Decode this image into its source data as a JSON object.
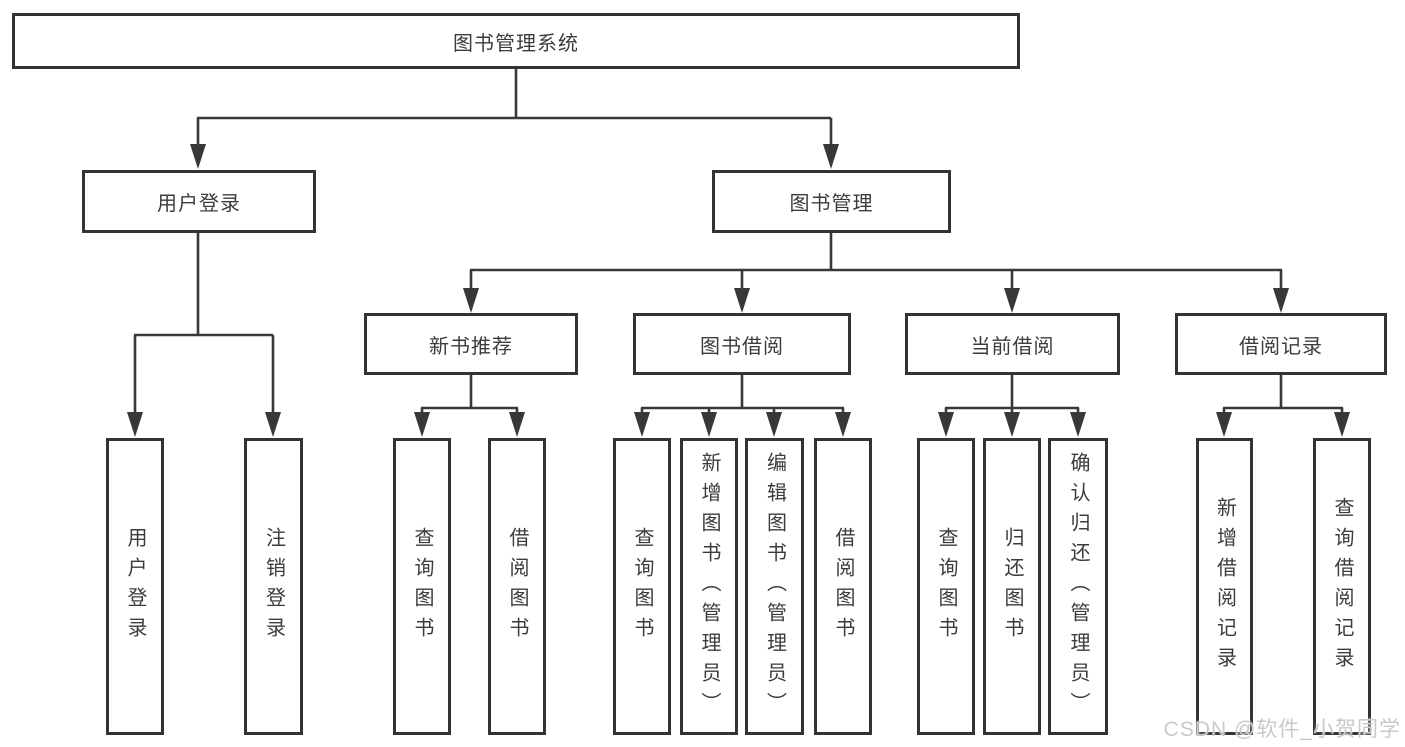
{
  "diagram": {
    "root": {
      "label": "图书管理系统"
    },
    "level2": [
      {
        "label": "用户登录"
      },
      {
        "label": "图书管理"
      }
    ],
    "level3": [
      {
        "label": "新书推荐"
      },
      {
        "label": "图书借阅"
      },
      {
        "label": "当前借阅"
      },
      {
        "label": "借阅记录"
      }
    ],
    "leaves": [
      {
        "label": "用户登录"
      },
      {
        "label": "注销登录"
      },
      {
        "label": "查询图书"
      },
      {
        "label": "借阅图书"
      },
      {
        "label": "查询图书"
      },
      {
        "label": "新增图书（管理员）"
      },
      {
        "label": "编辑图书（管理员）"
      },
      {
        "label": "借阅图书"
      },
      {
        "label": "查询图书"
      },
      {
        "label": "归还图书"
      },
      {
        "label": "确认归还（管理员）"
      },
      {
        "label": "新增借阅记录"
      },
      {
        "label": "查询借阅记录"
      }
    ],
    "watermark": "CSDN @软件_小贺同学",
    "colors": {
      "line": "#383838",
      "border": "#333333",
      "text": "#3c3c3c",
      "background": "#ffffff",
      "watermark": "#c9c9c9"
    }
  }
}
